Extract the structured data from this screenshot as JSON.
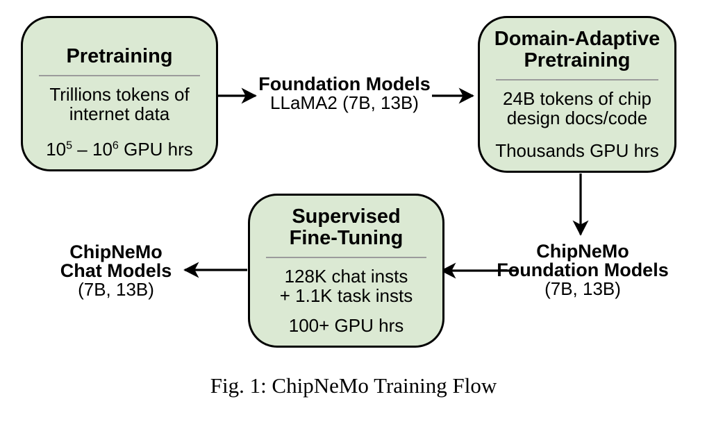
{
  "diagram": {
    "boxes": [
      {
        "id": "pretraining",
        "title_lines": [
          "Pretraining"
        ],
        "body_lines": [
          "Trillions tokens of",
          "internet data"
        ],
        "footer_parts": {
          "b1": "10",
          "s1": "5",
          "b2": " – 10",
          "s2": "6",
          "b3": " GPU hrs"
        }
      },
      {
        "id": "domain-adaptive-pretraining",
        "title_lines": [
          "Domain-Adaptive",
          "Pretraining"
        ],
        "body_lines": [
          "24B tokens of chip",
          "design docs/code"
        ],
        "footer": "Thousands GPU hrs"
      },
      {
        "id": "supervised-fine-tuning",
        "title_lines": [
          "Supervised",
          "Fine-Tuning"
        ],
        "body_lines": [
          "128K chat insts",
          "+ 1.1K task insts"
        ],
        "footer": "100+ GPU hrs"
      }
    ],
    "labels": [
      {
        "id": "foundation-models",
        "bold_lines": [
          "Foundation Models"
        ],
        "regular_lines": [
          "LLaMA2 (7B, 13B)"
        ]
      },
      {
        "id": "chipnemo-foundation-models",
        "bold_lines": [
          "ChipNeMo",
          "Foundation Models"
        ],
        "regular_lines": [
          "(7B, 13B)"
        ]
      },
      {
        "id": "chipnemo-chat-models",
        "bold_lines": [
          "ChipNeMo",
          "Chat Models"
        ],
        "regular_lines": [
          "(7B, 13B)"
        ]
      }
    ],
    "caption": "Fig. 1: ChipNeMo Training Flow"
  },
  "colors": {
    "box_fill": "#dbe9d3",
    "box_border": "#000000",
    "divider": "#9b9b9b",
    "arrow": "#000000",
    "text": "#000000"
  }
}
